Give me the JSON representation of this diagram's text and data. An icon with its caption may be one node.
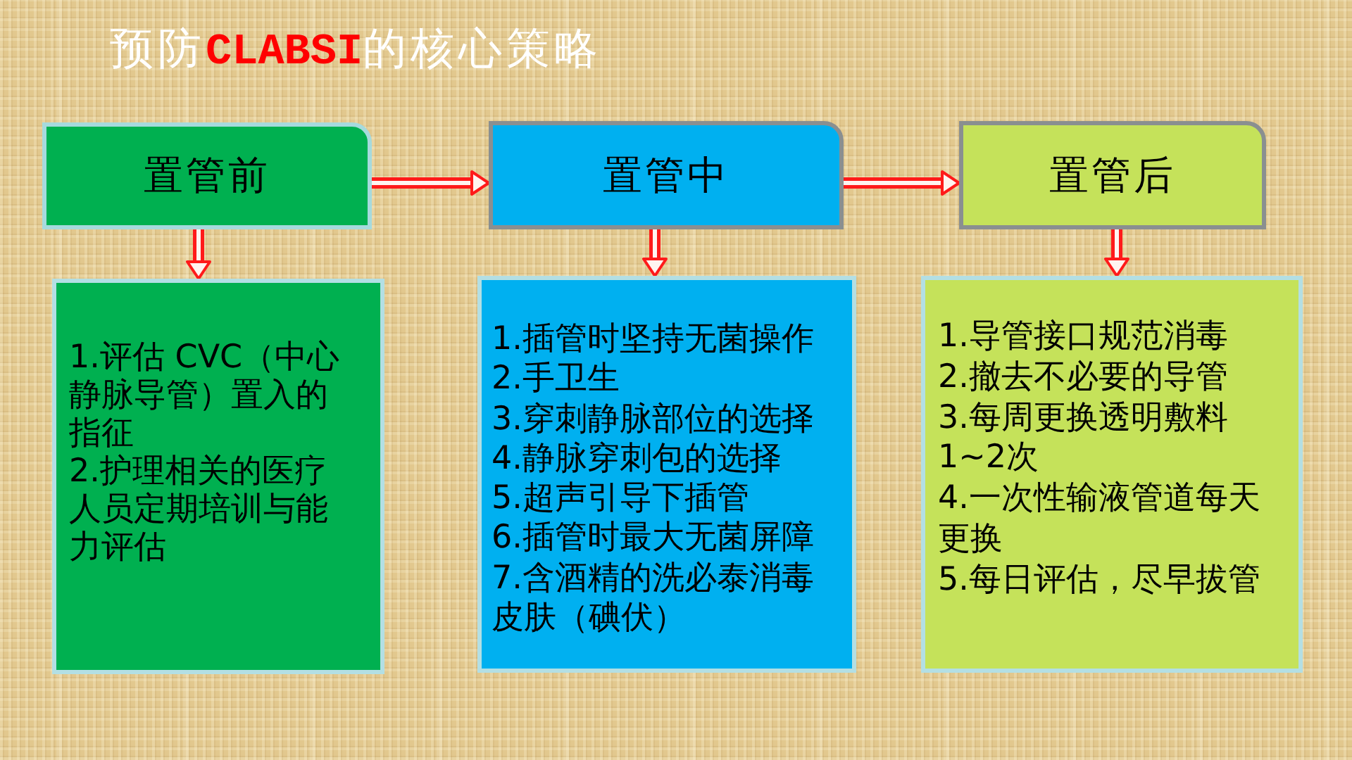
{
  "diagram": {
    "title": "预防**CLABSI**的核心策略",
    "nodes": [
      {
        "text": [
          "置管前"
        ]
      },
      {
        "text": [
          "置管中"
        ]
      },
      {
        "text": [
          "置管后"
        ]
      },
      {
        "text": [
          "1.评估 CVC（中心静脉导管）置入的指征",
          "2.护理相关的医疗人员定期培训与能力评估"
        ]
      },
      {
        "text": [
          "1.插管时坚持无菌操作",
          "2.手卫生",
          "3.穿刺静脉部位的选择",
          "4.静脉穿刺包的选择",
          "5.超声引导下插管",
          "6.插管时最大无菌屏障",
          "7.含酒精的洗必泰消毒皮肤（碘伏）"
        ]
      },
      {
        "text": [
          "1.导管接口规范消毒",
          "2.撤去不必要的导管",
          "3.每周更换透明敷料1~2次",
          "4.一次性输液管道每天更换",
          "5.每日评估，尽早拔管"
        ]
      }
    ],
    "edges": [
      {
        "from": 0,
        "to": 1,
        "arrow": "to"
      },
      {
        "from": 1,
        "to": 2,
        "arrow": "to"
      },
      {
        "from": 0,
        "to": 3,
        "arrow": "to"
      },
      {
        "from": 1,
        "to": 4,
        "arrow": "to"
      },
      {
        "from": 2,
        "to": 5,
        "arrow": "to"
      }
    ]
  }
}
